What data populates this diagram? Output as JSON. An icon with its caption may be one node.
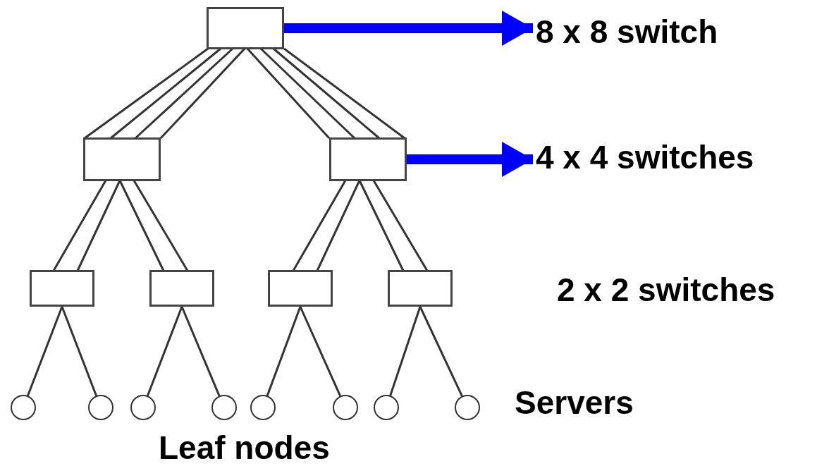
{
  "diagram": {
    "nodes": [
      {
        "text": [],
        "shape": "box"
      },
      {
        "text": [
          "8 x 8 switch"
        ]
      },
      {
        "text": [],
        "shape": "box"
      },
      {
        "text": [],
        "shape": "box"
      },
      {
        "text": [
          "4 x 4 switches"
        ]
      },
      {
        "text": [],
        "shape": "box"
      },
      {
        "text": [],
        "shape": "box"
      },
      {
        "text": [],
        "shape": "box"
      },
      {
        "text": [],
        "shape": "box"
      },
      {
        "text": [],
        "shape": "circle"
      },
      {
        "text": [],
        "shape": "circle"
      },
      {
        "text": [],
        "shape": "circle"
      },
      {
        "text": [],
        "shape": "circle"
      },
      {
        "text": [],
        "shape": "circle"
      },
      {
        "text": [],
        "shape": "circle"
      },
      {
        "text": [],
        "shape": "circle"
      },
      {
        "text": [],
        "shape": "circle"
      }
    ],
    "edges": [
      {
        "from": 0,
        "to": 1,
        "arrow": "to",
        "style": "thick",
        "color": "#0000ff"
      },
      {
        "from": 0,
        "to": 2,
        "arrow": "none"
      },
      {
        "from": 0,
        "to": 2,
        "arrow": "none"
      },
      {
        "from": 0,
        "to": 2,
        "arrow": "none"
      },
      {
        "from": 0,
        "to": 2,
        "arrow": "none"
      },
      {
        "from": 0,
        "to": 3,
        "arrow": "none"
      },
      {
        "from": 0,
        "to": 3,
        "arrow": "none"
      },
      {
        "from": 0,
        "to": 3,
        "arrow": "none"
      },
      {
        "from": 0,
        "to": 3,
        "arrow": "none"
      },
      {
        "from": 3,
        "to": 4,
        "arrow": "to",
        "style": "thick",
        "color": "#0000ff"
      },
      {
        "from": 2,
        "to": 5,
        "arrow": "none"
      },
      {
        "from": 2,
        "to": 5,
        "arrow": "none"
      },
      {
        "from": 2,
        "to": 6,
        "arrow": "none"
      },
      {
        "from": 2,
        "to": 6,
        "arrow": "none"
      },
      {
        "from": 3,
        "to": 7,
        "arrow": "none"
      },
      {
        "from": 3,
        "to": 7,
        "arrow": "none"
      },
      {
        "from": 3,
        "to": 8,
        "arrow": "none"
      },
      {
        "from": 3,
        "to": 8,
        "arrow": "none"
      },
      {
        "from": 5,
        "to": 9,
        "arrow": "none"
      },
      {
        "from": 5,
        "to": 10,
        "arrow": "none"
      },
      {
        "from": 6,
        "to": 11,
        "arrow": "none"
      },
      {
        "from": 6,
        "to": 12,
        "arrow": "none"
      },
      {
        "from": 7,
        "to": 13,
        "arrow": "none"
      },
      {
        "from": 7,
        "to": 14,
        "arrow": "none"
      },
      {
        "from": 8,
        "to": 15,
        "arrow": "none"
      },
      {
        "from": 8,
        "to": 16,
        "arrow": "none"
      }
    ],
    "labels": [
      "2 x 2 switches",
      "Servers",
      "Leaf nodes"
    ]
  }
}
